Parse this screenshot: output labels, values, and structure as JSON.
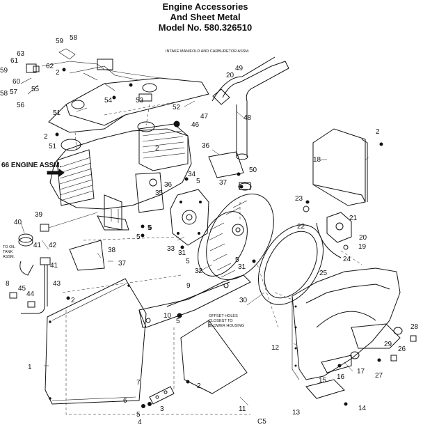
{
  "title": {
    "line1": "Engine Accessories",
    "line2": "And Sheet Metal",
    "line3": "Model No. 580.326510"
  },
  "notes": {
    "intake": "INTAKE MANIFOLD AND CARBURETOR ASSM.",
    "engine": "66 ENGINE ASSM.",
    "to_oil_tank_1": "TO OIL",
    "to_oil_tank_2": "TANK",
    "to_oil_tank_3": "ASSM.",
    "offset_1": "OFFSET HOLES",
    "offset_2": "CLOSEST TO",
    "offset_3": "BLOWER HOUSING",
    "page_code": "C5"
  },
  "callouts": [
    "1",
    "2",
    "2",
    "2",
    "2",
    "2",
    "2",
    "3",
    "4",
    "5",
    "5",
    "5",
    "5",
    "5",
    "5",
    "5",
    "6",
    "6",
    "7",
    "8",
    "9",
    "10",
    "11",
    "12",
    "13",
    "14",
    "15",
    "16",
    "17",
    "18",
    "19",
    "20",
    "20",
    "21",
    "22",
    "23",
    "24",
    "25",
    "26",
    "27",
    "28",
    "29",
    "30",
    "31",
    "31",
    "32",
    "33",
    "34",
    "35",
    "36",
    "36",
    "37",
    "37",
    "38",
    "39",
    "40",
    "41",
    "41",
    "42",
    "43",
    "44",
    "45",
    "46",
    "47",
    "48",
    "49",
    "50",
    "51",
    "51",
    "52",
    "53",
    "54",
    "55",
    "56",
    "57",
    "58",
    "58",
    "59",
    "59",
    "60",
    "61",
    "62",
    "63"
  ],
  "colors": {
    "ink": "#111111",
    "paper": "#ffffff"
  }
}
